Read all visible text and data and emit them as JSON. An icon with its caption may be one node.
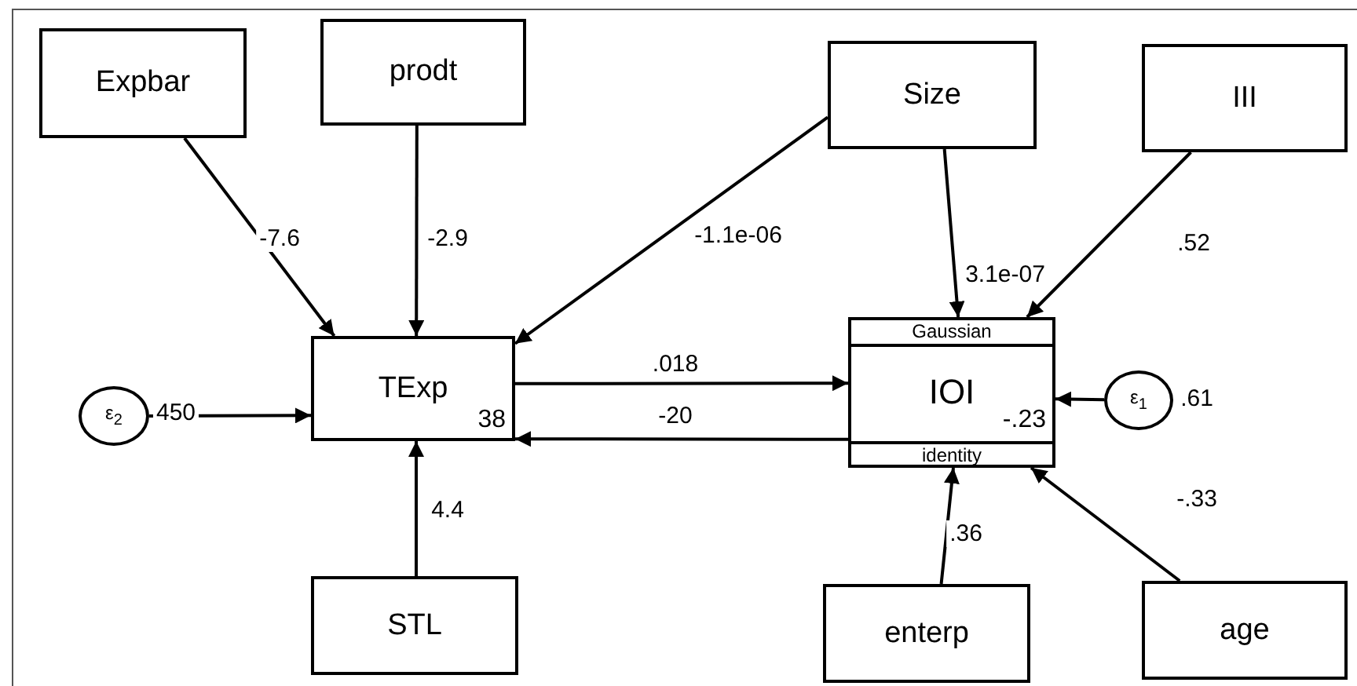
{
  "diagram": {
    "nodes": [
      {
        "text": [
          "Expbar"
        ]
      },
      {
        "text": [
          "prodt"
        ]
      },
      {
        "text": [
          "Size"
        ]
      },
      {
        "text": [
          "III"
        ]
      },
      {
        "text": [
          "TExp",
          "38"
        ]
      },
      {
        "text": [
          "Gaussian",
          "IOI",
          "-.23",
          "identity"
        ]
      },
      {
        "text": [
          "ε$_{2}$"
        ]
      },
      {
        "text": [
          "ε$_{1}$"
        ]
      },
      {
        "text": [
          "STL"
        ]
      },
      {
        "text": [
          "enterp"
        ]
      },
      {
        "text": [
          "age"
        ]
      }
    ],
    "edges": [
      {
        "from": 0,
        "to": 4,
        "arrow": "to",
        "label": "-7.6"
      },
      {
        "from": 1,
        "to": 4,
        "arrow": "to",
        "label": "-2.9"
      },
      {
        "from": 2,
        "to": 4,
        "arrow": "to",
        "label": "-1.1e-06"
      },
      {
        "from": 2,
        "to": 5,
        "arrow": "to",
        "label": "3.1e-07"
      },
      {
        "from": 3,
        "to": 5,
        "arrow": "to",
        "label": ".52"
      },
      {
        "from": 6,
        "to": 4,
        "arrow": "to",
        "label": "450"
      },
      {
        "from": 4,
        "to": 5,
        "arrow": "to",
        "label": ".018"
      },
      {
        "from": 5,
        "to": 4,
        "arrow": "to",
        "label": "-20"
      },
      {
        "from": 7,
        "to": 5,
        "arrow": "to",
        "label": ".61"
      },
      {
        "from": 8,
        "to": 4,
        "arrow": "to",
        "label": "4.4"
      },
      {
        "from": 9,
        "to": 5,
        "arrow": "to",
        "label": ".36"
      },
      {
        "from": 10,
        "to": 5,
        "arrow": "to",
        "label": "-.33"
      }
    ]
  }
}
